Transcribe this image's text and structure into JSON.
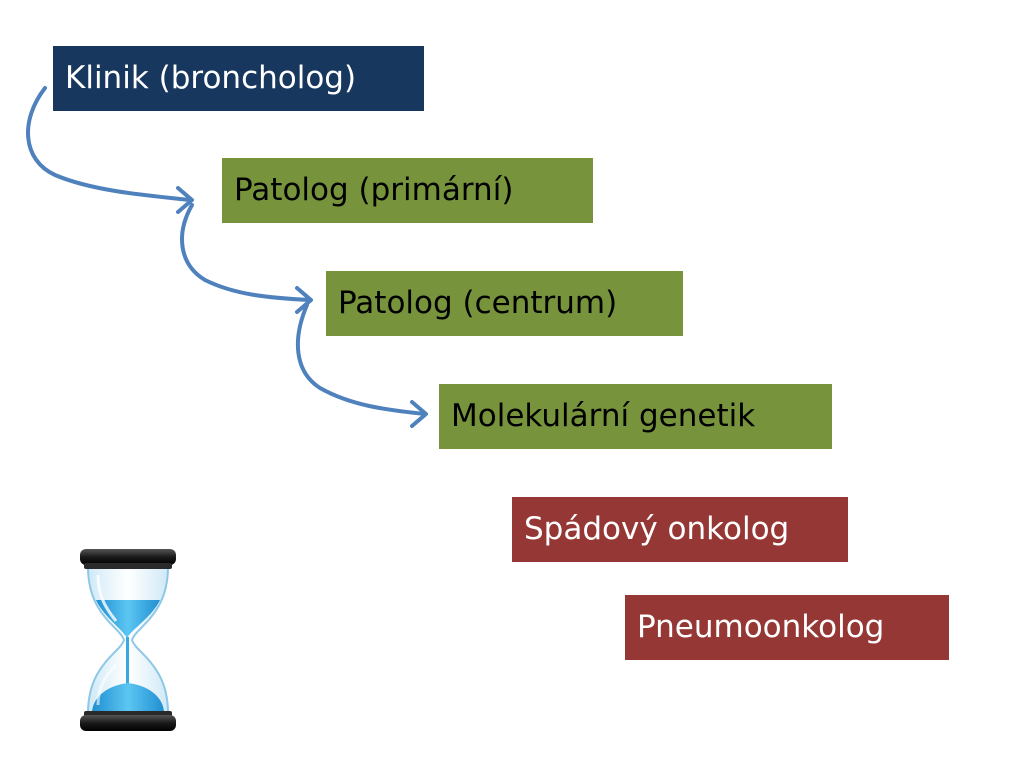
{
  "nodes": {
    "klinik": "Klinik (broncholog)",
    "patolog_primarni": "Patolog (primární)",
    "patolog_centrum": "Patolog (centrum)",
    "molekularni_genetik": "Molekulární genetik",
    "spadovy_onkolog": "Spádový onkolog",
    "pneumoonkolog": "Pneumoonkolog"
  },
  "colors": {
    "navy": "#17375e",
    "green": "#77933c",
    "red": "#953735",
    "arrow": "#4f81bd",
    "sand": "#3aa8e0"
  },
  "icons": {
    "timer": "hourglass-icon"
  }
}
